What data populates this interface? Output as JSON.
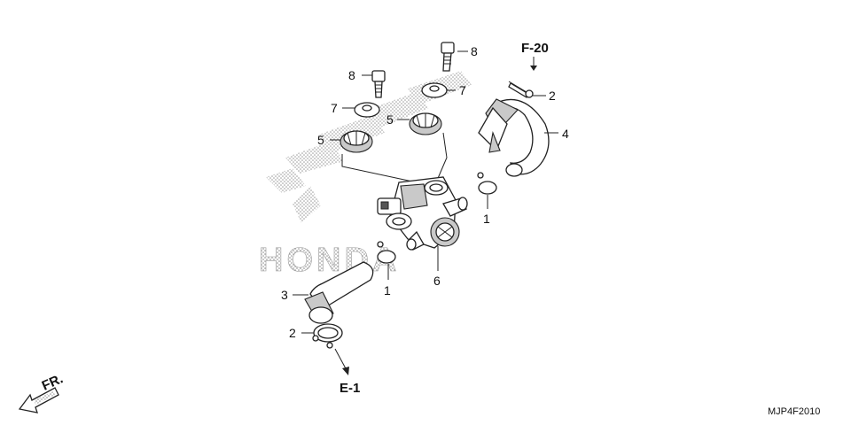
{
  "diagram": {
    "callouts": {
      "c1a": "1",
      "c1b": "1",
      "c2a": "2",
      "c2b": "2",
      "c3": "3",
      "c4": "4",
      "c5a": "5",
      "c5b": "5",
      "c6": "6",
      "c7a": "7",
      "c7b": "7",
      "c8a": "8",
      "c8b": "8"
    },
    "refs": {
      "f20": "F-20",
      "e1": "E-1"
    },
    "direction_label": "FR.",
    "watermark": "HONDA",
    "drawing_code": "MJP4F2010"
  }
}
